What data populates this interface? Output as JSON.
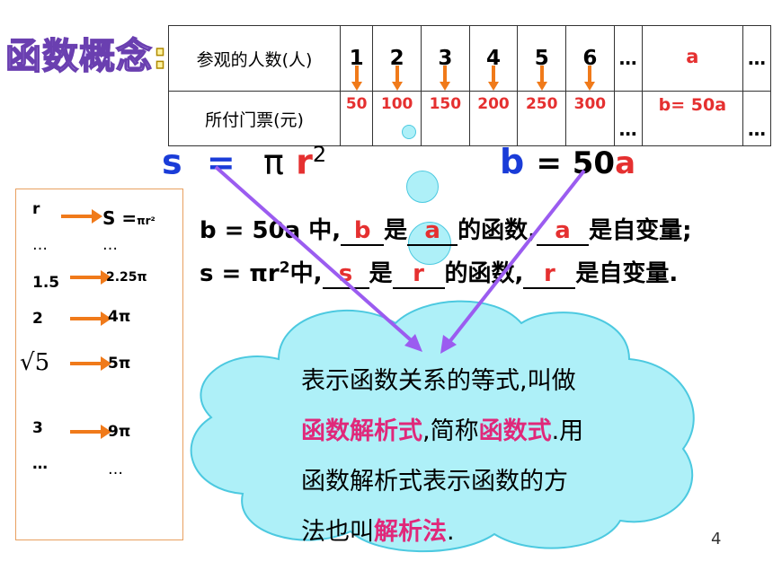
{
  "title": {
    "text": "函数概念",
    "colon": ":"
  },
  "table": {
    "row1_header": "参观的人数(人)",
    "row1_values": [
      "1",
      "2",
      "3",
      "4",
      "5",
      "6",
      "…",
      "a",
      "…"
    ],
    "row2_header": "所付门票(元)",
    "row2_values": [
      "50",
      "100",
      "150",
      "200",
      "250",
      "300",
      "…",
      "b= 50a",
      "…"
    ]
  },
  "formula_s": {
    "s": "s",
    "eq": "=",
    "pi": "π",
    "r": "r",
    "exp": "2"
  },
  "formula_b": {
    "b": "b",
    "eq": "= 50",
    "a": "a"
  },
  "left_list": {
    "header_r": "r",
    "header_s": "S =",
    "header_s_small": "πr²",
    "rows": [
      {
        "r": "…",
        "s": "…"
      },
      {
        "r": "1.5",
        "s": "2.25π"
      },
      {
        "r": "2",
        "s": "4π"
      },
      {
        "r": "√5",
        "s": "5π"
      },
      {
        "r": "3",
        "s": "9π"
      },
      {
        "r": "…",
        "s": "…"
      }
    ]
  },
  "sentence1": {
    "prefix": "b = 50a 中,",
    "fill1": "b",
    "mid1": "是",
    "fill2": "a",
    "mid2": "的函数,",
    "fill3": "a",
    "suffix": "是自变量;"
  },
  "sentence2": {
    "prefix_a": "s = πr",
    "prefix_sup": "2",
    "prefix_b": "中,",
    "fill1": "s",
    "mid1": "是",
    "fill2": "r",
    "mid2": "的函数,",
    "fill3": "r",
    "suffix": "是自变量."
  },
  "cloud": {
    "line1": "表示函数关系的等式,叫做",
    "line2_a": "函数解析式",
    "line2_b": ",简称",
    "line2_c": "函数式",
    "line2_d": ".用",
    "line3": "函数解析式表示函数的方",
    "line4_a": "法也叫",
    "line4_b": "解析法",
    "line4_c": "."
  },
  "page_number": "4",
  "colors": {
    "blue": "#1a3cd8",
    "red": "#e53030",
    "pink": "#e0287a",
    "orange": "#f07a1a",
    "purple": "#9b5cf0",
    "cloud": "#aef0f8"
  }
}
